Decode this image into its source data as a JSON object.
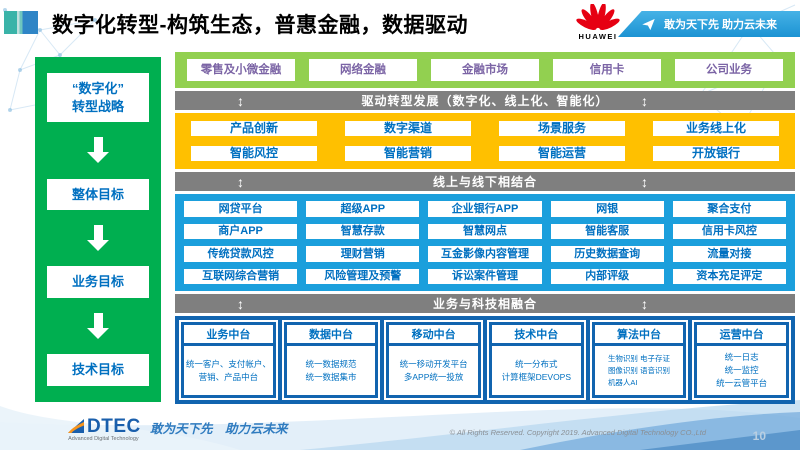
{
  "header": {
    "title": "数字化转型-构筑生态，普惠金融，数据驱动",
    "huawei_label": "HUAWEI",
    "banner_slogan": "敢为天下先 助力云未来"
  },
  "strategy": {
    "items": [
      "“数字化”\n转型战略",
      "整体目标",
      "业务目标",
      "技术目标"
    ]
  },
  "business_lines": [
    "零售及小微金融",
    "网络金融",
    "金融市场",
    "信用卡",
    "公司业务"
  ],
  "section_bars": [
    "驱动转型发展（数字化、线上化、智能化）",
    "线上与线下相结合",
    "业务与科技相融合"
  ],
  "capabilities": {
    "row1": [
      "产品创新",
      "数字渠道",
      "场景服务",
      "业务线上化"
    ],
    "row2": [
      "智能风控",
      "智能营销",
      "智能运营",
      "开放银行"
    ]
  },
  "applications": {
    "row1": [
      "网贷平台",
      "超级APP",
      "企业银行APP",
      "网银",
      "聚合支付"
    ],
    "row2": [
      "商户APP",
      "智慧存款",
      "智慧网点",
      "智能客服",
      "信用卡风控"
    ],
    "row3": [
      "传统贷款风控",
      "理财营销",
      "互金影像内容管理",
      "历史数据查询",
      "流量对接"
    ],
    "row4": [
      "互联网综合营销",
      "风险管理及预警",
      "诉讼案件管理",
      "内部评级",
      "资本充足评定"
    ]
  },
  "platforms": [
    {
      "name": "业务中台",
      "detail": "统一客户、支付帐户、营销、产品中台"
    },
    {
      "name": "数据中台",
      "detail": "统一数据规范\n统一数据集市"
    },
    {
      "name": "移动中台",
      "detail": "统一移动开发平台\n多APP统一投放"
    },
    {
      "name": "技术中台",
      "detail": "统一分布式\n计算框架DEVOPS"
    },
    {
      "name": "算法中台",
      "detail": "生物识别 电子存证\n图像识别 语音识别\n机器人AI"
    },
    {
      "name": "运营中台",
      "detail": "统一日志\n统一监控\n统一云管平台"
    }
  ],
  "footer": {
    "logo_text": "DTEC",
    "logo_subtext": "Advanced Digital Technology",
    "slogan": "敢为天下先　助力云未来",
    "copyright": "© All Rights Reserved. Copyright 2019. Advanced Digital Technology CO.,Ltd",
    "page_number": "10"
  },
  "colors": {
    "panel_green": "#00AF50",
    "band_green": "#92D050",
    "band_yellow": "#FFC000",
    "band_azure": "#1B9FDC",
    "band_navy": "#1164AF",
    "bar_gray": "#7F7F7F",
    "text_blue": "#0070C0",
    "text_purple": "#7B64A5",
    "huawei_red": "#E60012",
    "banner_blue": "#1C93D3"
  }
}
